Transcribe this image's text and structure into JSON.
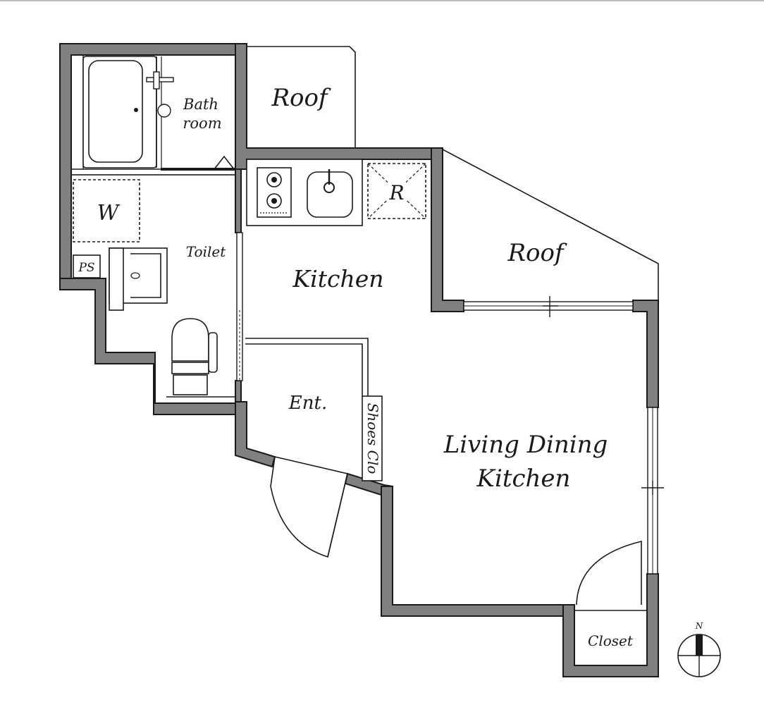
{
  "rooms": {
    "bathroom_line1": "Bath",
    "bathroom_line2": "room",
    "roof_top": "Roof",
    "roof_right": "Roof",
    "kitchen": "Kitchen",
    "washer": "W",
    "toilet": "Toilet",
    "ps": "PS",
    "refrigerator": "R",
    "entrance": "Ent.",
    "shoes_closet": "Shoes Clo",
    "ldk_line1": "Living Dining",
    "ldk_line2": "Kitchen",
    "closet": "Closet"
  },
  "compass": {
    "north_label": "N"
  },
  "colors": {
    "wall_fill": "#808080",
    "line": "#1a1a1a",
    "background": "#ffffff"
  }
}
